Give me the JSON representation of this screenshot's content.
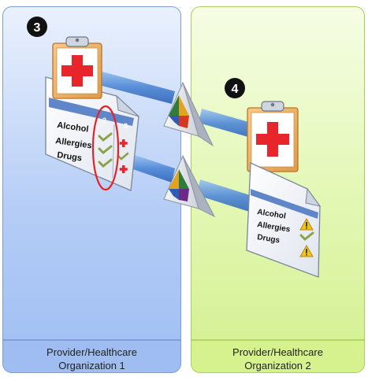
{
  "steps": {
    "left_step": "3",
    "right_step": "4"
  },
  "organizations": [
    {
      "line1": "Provider/Healthcare",
      "line2": "Organization 1"
    },
    {
      "line1": "Provider/Healthcare",
      "line2": "Organization 2"
    }
  ],
  "left_record": {
    "header_numbers": [
      "2",
      "3"
    ],
    "rows": [
      "Alcohol",
      "Allergies",
      "Drugs"
    ]
  },
  "right_record": {
    "rows": [
      "Alcohol",
      "Allergies",
      "Drugs"
    ]
  },
  "colors": {
    "left_panel": "#b5cdf6",
    "right_panel": "#e2f7b2",
    "medical_cross": "#e8252b",
    "check": "#8aa248",
    "highlight_oval": "#e3222a",
    "warning": "#f2c31b"
  },
  "icons": [
    "clipboard-icon",
    "medical-cross-icon",
    "checkmark-icon",
    "warning-icon",
    "transform-prism-icon"
  ]
}
